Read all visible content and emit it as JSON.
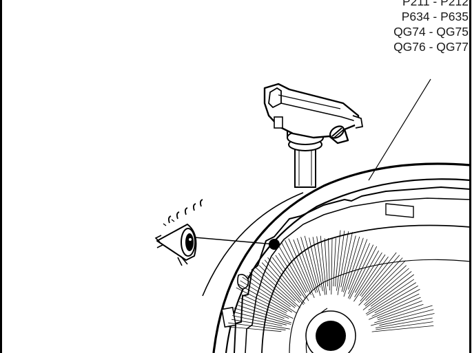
{
  "figure": {
    "part_codes": [
      "P211 - P212",
      "P634 - P635",
      "QG74 - QG75",
      "QG76 - QG77"
    ]
  },
  "icons": {
    "eye": "eye-inspection-icon",
    "marker": "reference-dot-icon"
  },
  "colors": {
    "line": "#000000",
    "background": "#ffffff"
  }
}
